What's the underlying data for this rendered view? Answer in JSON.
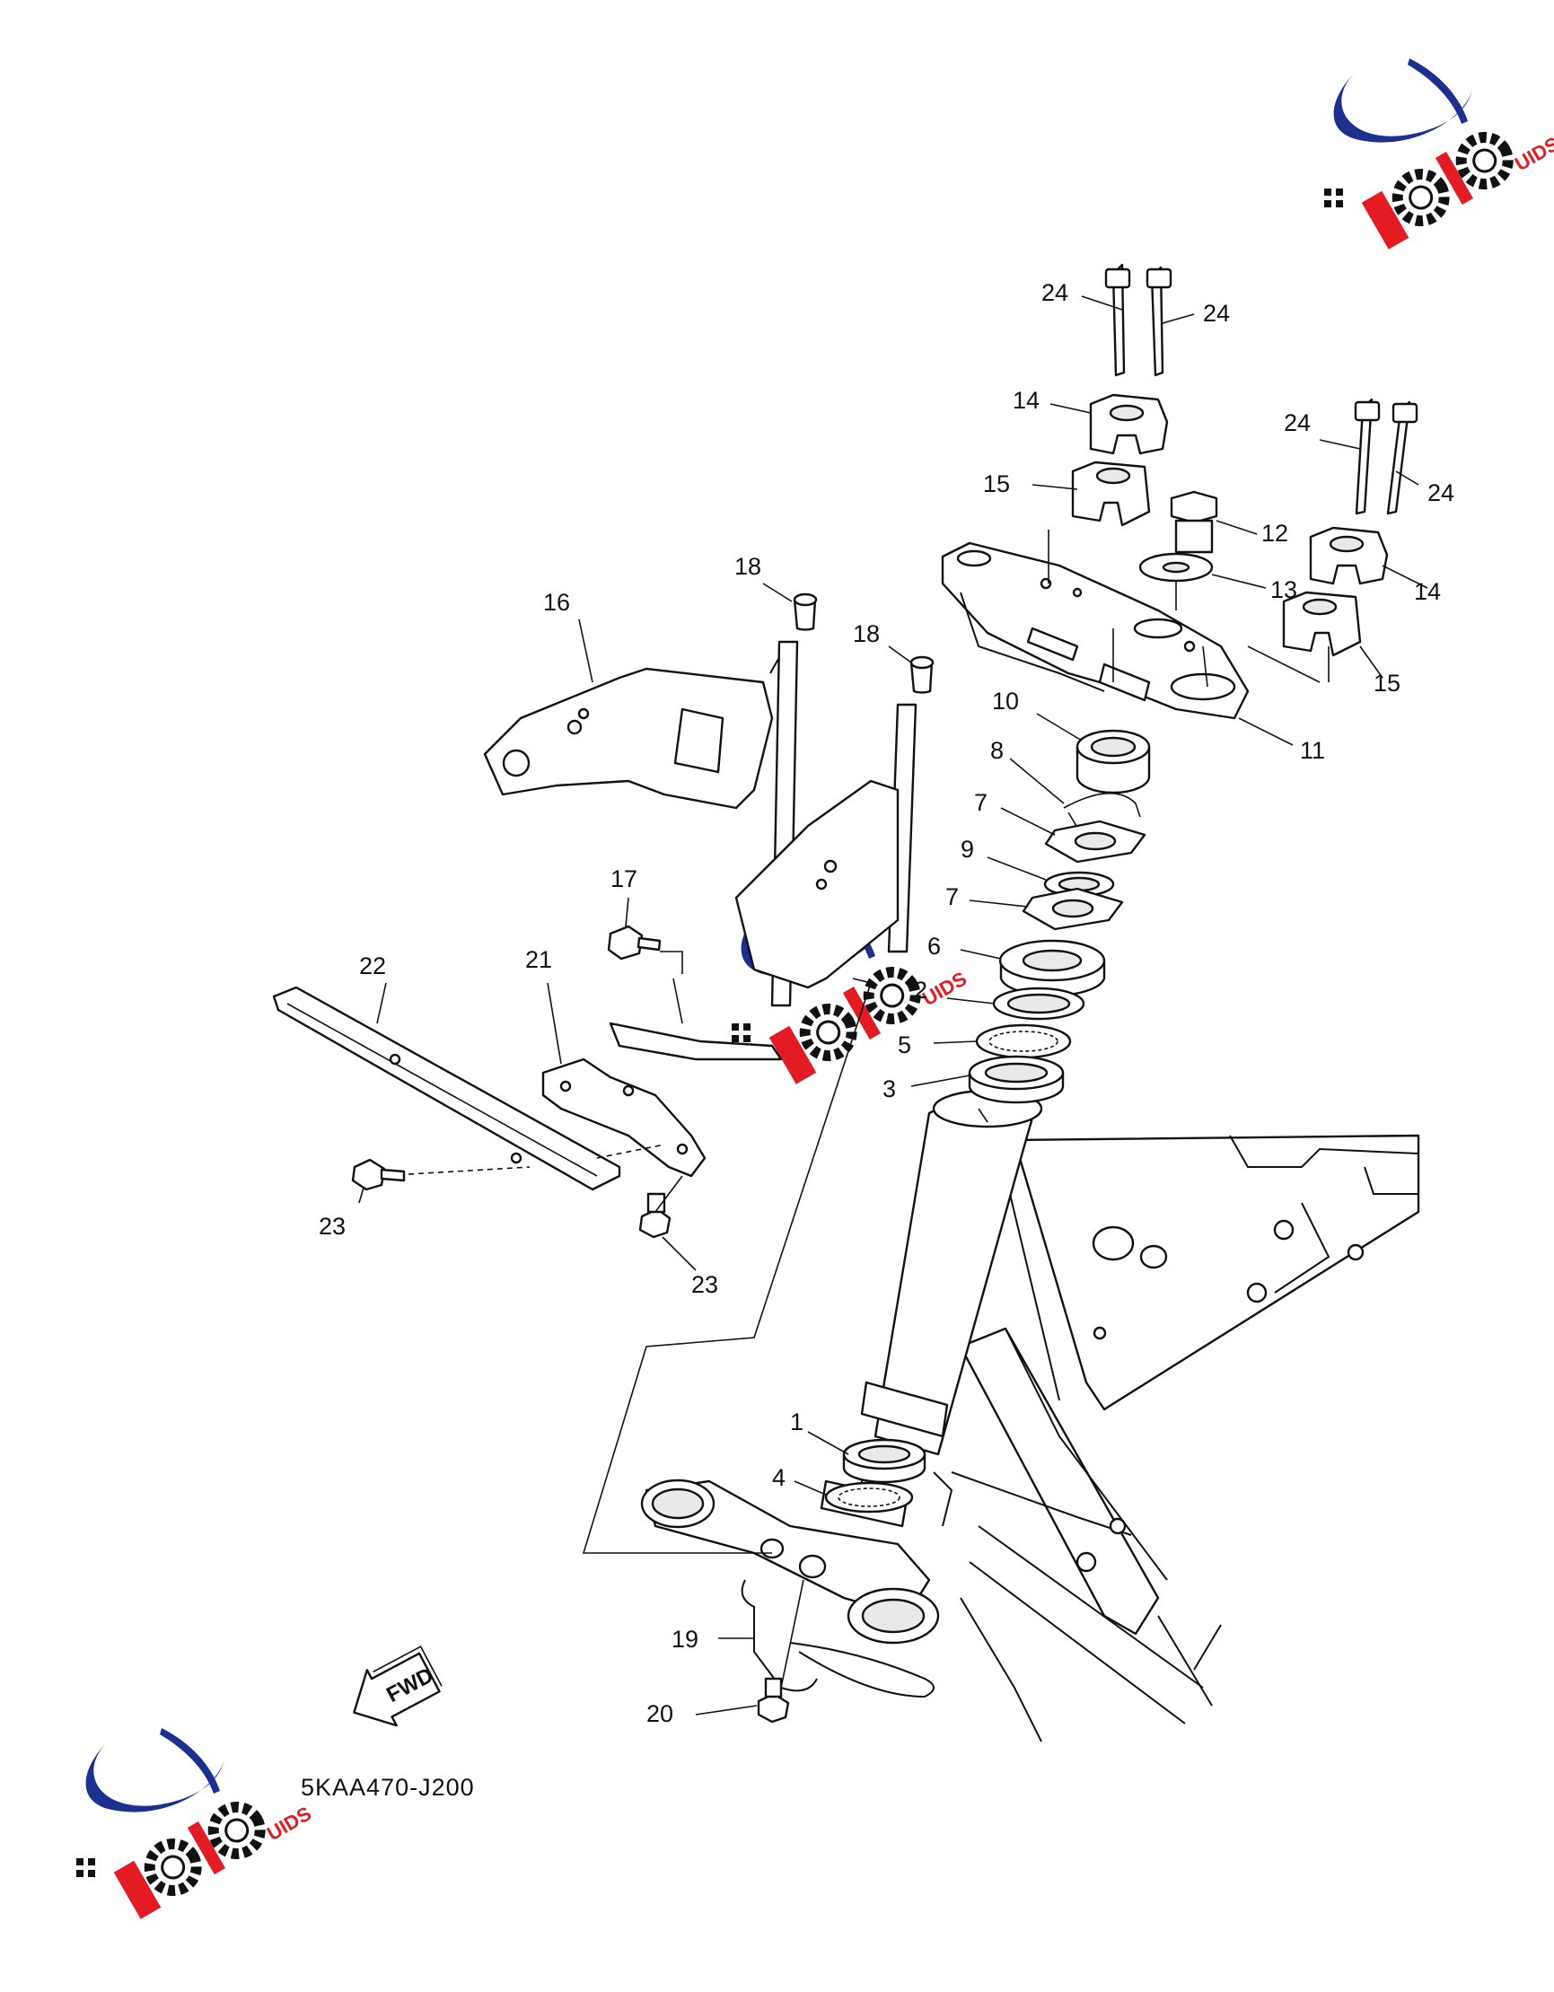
{
  "diagram": {
    "drawing_code": "5KAA470-J200",
    "fwd_label": "FWD",
    "logo_text": "MOTO GUIDS",
    "callouts": [
      {
        "id": "c1",
        "label": "1"
      },
      {
        "id": "c2",
        "label": "2"
      },
      {
        "id": "c3",
        "label": "3"
      },
      {
        "id": "c4",
        "label": "4"
      },
      {
        "id": "c5",
        "label": "5"
      },
      {
        "id": "c6",
        "label": "6"
      },
      {
        "id": "c7a",
        "label": "7"
      },
      {
        "id": "c7b",
        "label": "7"
      },
      {
        "id": "c8",
        "label": "8"
      },
      {
        "id": "c9",
        "label": "9"
      },
      {
        "id": "c10",
        "label": "10"
      },
      {
        "id": "c11",
        "label": "11"
      },
      {
        "id": "c12",
        "label": "12"
      },
      {
        "id": "c13",
        "label": "13"
      },
      {
        "id": "c14a",
        "label": "14"
      },
      {
        "id": "c14b",
        "label": "14"
      },
      {
        "id": "c15a",
        "label": "15"
      },
      {
        "id": "c15b",
        "label": "15"
      },
      {
        "id": "c16",
        "label": "16"
      },
      {
        "id": "c17",
        "label": "17"
      },
      {
        "id": "c18a",
        "label": "18"
      },
      {
        "id": "c18b",
        "label": "18"
      },
      {
        "id": "c19",
        "label": "19"
      },
      {
        "id": "c20",
        "label": "20"
      },
      {
        "id": "c21",
        "label": "21"
      },
      {
        "id": "c22",
        "label": "22"
      },
      {
        "id": "c23a",
        "label": "23"
      },
      {
        "id": "c23b",
        "label": "23"
      },
      {
        "id": "c24a",
        "label": "24"
      },
      {
        "id": "c24b",
        "label": "24"
      },
      {
        "id": "c24c",
        "label": "24"
      },
      {
        "id": "c24d",
        "label": "24"
      }
    ]
  },
  "colors": {
    "line": "#111111",
    "background": "#ffffff",
    "logo_red": "#e31b23",
    "logo_blue": "#1d2f8f",
    "logo_black": "#111111"
  }
}
